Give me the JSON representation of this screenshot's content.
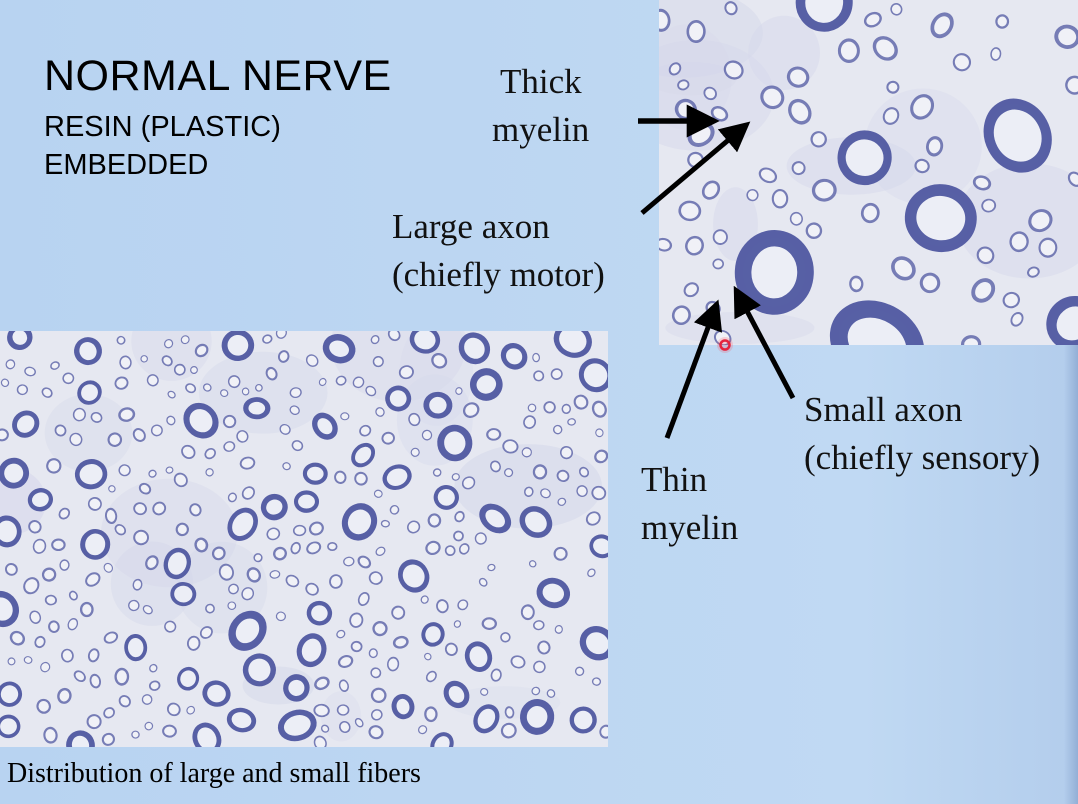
{
  "slide": {
    "title": "NORMAL NERVE",
    "subtitle_line1": "RESIN (PLASTIC)",
    "subtitle_line2": "EMBEDDED",
    "caption": "Distribution of large and small fibers"
  },
  "labels": {
    "thick_myelin": [
      "Thick",
      "myelin"
    ],
    "large_axon": [
      "Large axon",
      "(chiefly motor)"
    ],
    "small_axon": [
      "Small axon",
      "(chiefly sensory)"
    ],
    "thin_myelin": [
      "Thin",
      "myelin"
    ]
  },
  "colors": {
    "background": "#bcd6f2",
    "tissue": "#e6e8f1",
    "myelin_stain": "#4f57a0",
    "arrow": "#000000",
    "pointer_marker": "#e0203c"
  }
}
